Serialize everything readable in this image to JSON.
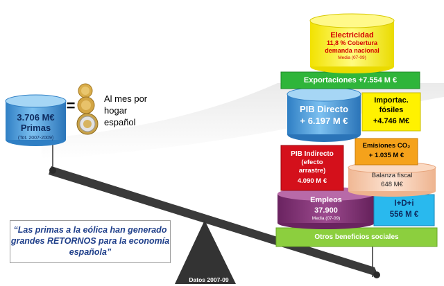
{
  "left_cylinder": {
    "value": "3.706 M€",
    "label": "Primas",
    "note": "(Tot. 2007-2009)"
  },
  "equals_sign": "=",
  "coins_text": "Al mes por hogar español",
  "quote": "“Las primas a la eólica han generado grandes RETORNOS para la economía española”",
  "footer": "Datos 2007-09",
  "blocks": {
    "electricidad": {
      "title": "Electricidad",
      "line1": "11,8 % Cobertura",
      "line2": "demanda nacional",
      "note": "Media (07-09)"
    },
    "exportaciones": {
      "text": "Exportaciones +7.554 M €"
    },
    "pib_directo": {
      "line1": "PIB Directo",
      "line2": "+ 6.197 M €"
    },
    "importac": {
      "line1": "Importac.",
      "line2": "fósiles",
      "line3": "+4.746 M€"
    },
    "pib_indirecto": {
      "line1": "PIB Indirecto",
      "line2": "(efecto",
      "line3": "arrastre)",
      "line4": "4.090 M €"
    },
    "emisiones": {
      "line1": "Emisiones CO₂",
      "line2": "+ 1.035 M €"
    },
    "balanza": {
      "line1": "Balanza fiscal",
      "line2": "648  M€"
    },
    "empleos": {
      "line1": "Empleos",
      "line2": "37.900",
      "note": "Media (07-09)"
    },
    "idi": {
      "line1": "I+D+i",
      "line2": "556 M €"
    },
    "otros": {
      "text": "Otros beneficios sociales"
    }
  },
  "colors": {
    "blue_cyl": "#3b92d6",
    "yellow": "#fff200",
    "green": "#2fb53a",
    "red": "#d4101b",
    "orange": "#f5a21b",
    "peach": "#f6cdb1",
    "purple": "#7a2b6f",
    "cyan": "#29b9ee",
    "lightgreen": "#8ccf3e"
  }
}
